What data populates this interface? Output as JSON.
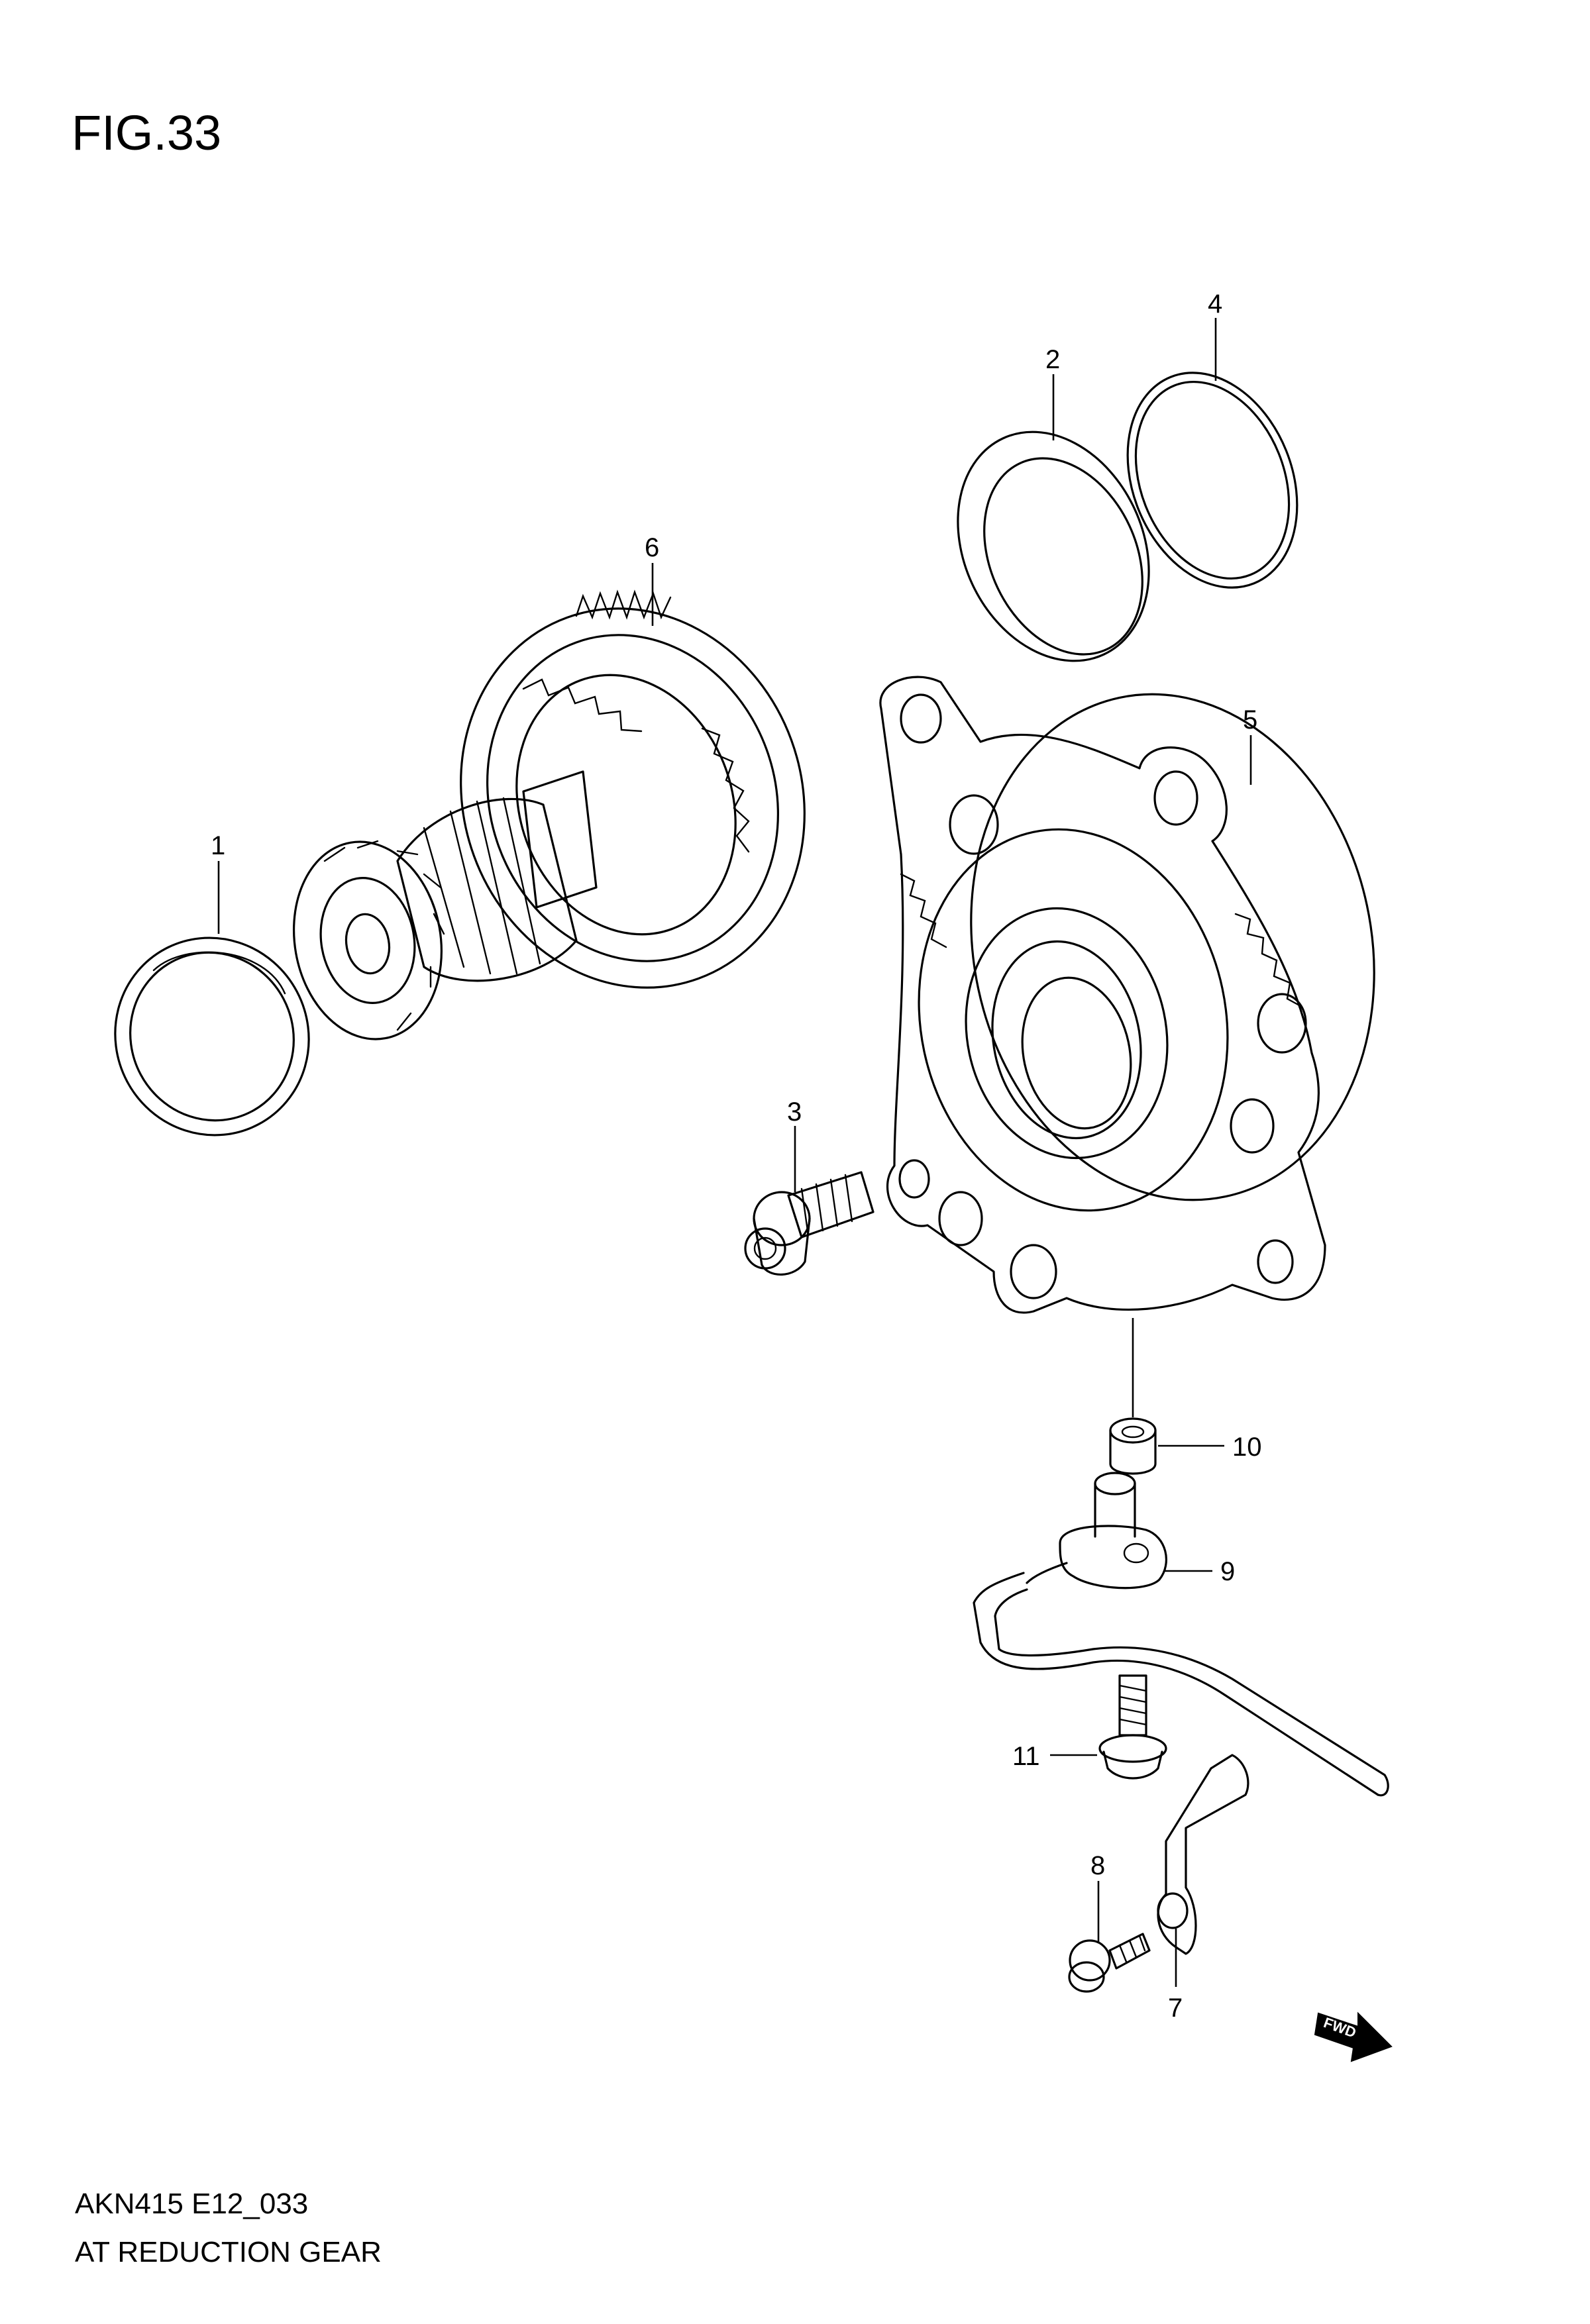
{
  "figure": {
    "title": "FIG.33",
    "code": "AKN415 E12_033",
    "name": "AT REDUCTION GEAR"
  },
  "fwd_label": "FWD",
  "callouts": [
    "1",
    "2",
    "3",
    "4",
    "5",
    "6",
    "7",
    "8",
    "9",
    "10",
    "11"
  ]
}
